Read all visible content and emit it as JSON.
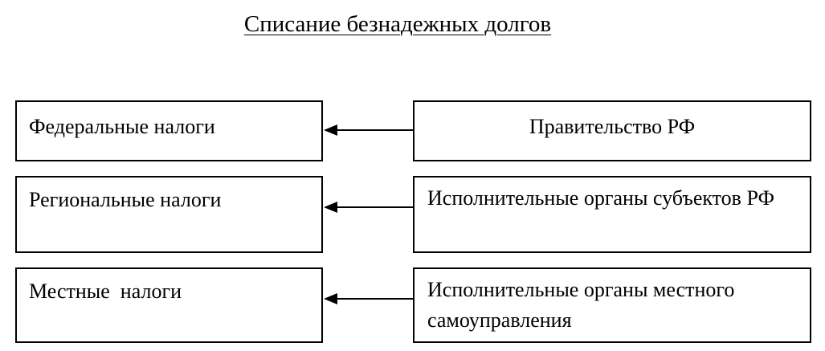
{
  "diagram": {
    "title": "Списание безнадежных долгов",
    "rows": [
      {
        "tax": "Федеральные налоги",
        "authority": "Правительство РФ"
      },
      {
        "tax": "Региональные налоги",
        "authority": "Исполнительные органы субъектов РФ"
      },
      {
        "tax": "Местные  налоги",
        "authority": "Исполнительные органы местного самоуправления"
      }
    ]
  }
}
